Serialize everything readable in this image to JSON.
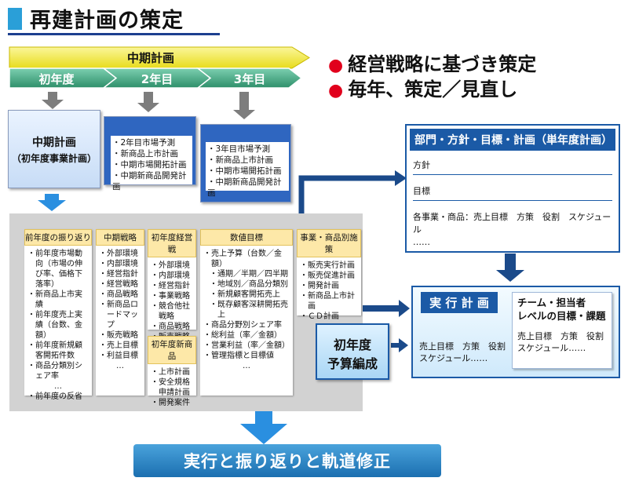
{
  "title": "再建計画の策定",
  "bullets": [
    "経営戦略に基づき策定",
    "毎年、策定／見直し"
  ],
  "timeline": {
    "label": "中期計画",
    "years": [
      "初年度",
      "2年目",
      "3年目"
    ]
  },
  "plan_docs": {
    "first": {
      "title": "中期計画",
      "subtitle": "（初年度事業計画）"
    },
    "year2": {
      "items": [
        "2年目市場予測",
        "新商品上市計画",
        "中期市場開拓計画",
        "中期新商品開発計画"
      ]
    },
    "year3": {
      "items": [
        "3年目市場予測",
        "新商品上市計画",
        "中期市場開拓計画",
        "中期新商品開発計画"
      ]
    }
  },
  "columns": {
    "review": {
      "header": "前年度の振り返り",
      "items": [
        "前年度市場動向（市場の伸び率、価格下落率）",
        "新商品上市実績",
        "前年度売上実績（台数、金額）",
        "前年度新規顧客開拓件数",
        "商品分類別シェア率",
        "…",
        "前年度の反省"
      ]
    },
    "mid_strategy": {
      "header": "中期戦略",
      "items": [
        "外部環境",
        "内部環境",
        "経営指針",
        "経営戦略",
        "商品戦略",
        "新商品ロードマップ",
        "販売戦略",
        "売上目標",
        "利益目標",
        "…"
      ]
    },
    "first_year_mgmt": {
      "header": "初年度経営戦",
      "items": [
        "外部環境",
        "内部環境",
        "経営指針",
        "事業戦略",
        "競合他社戦略",
        "商品戦略",
        "販売戦略"
      ]
    },
    "first_year_products": {
      "header": "初年度新商品",
      "items": [
        "上市計画",
        "安全規格申請計画",
        "開発案件"
      ]
    },
    "numeric_targets": {
      "header": "数値目標",
      "items": [
        {
          "text": "売上予算（台数／金額）",
          "sub": false
        },
        {
          "text": "通期／半期／四半期",
          "sub": true
        },
        {
          "text": "地域別／商品分類別",
          "sub": true
        },
        {
          "text": "新規顧客開拓売上",
          "sub": true
        },
        {
          "text": "既存顧客深耕開拓売上",
          "sub": true
        },
        {
          "text": "商品分野別シェア率",
          "sub": false
        },
        {
          "text": "総利益（率／金額）",
          "sub": false
        },
        {
          "text": "営業利益（率／金額）",
          "sub": false
        },
        {
          "text": "管理指標と目標値",
          "sub": false
        },
        {
          "text": "…",
          "sub": false
        }
      ]
    },
    "product_measures": {
      "header": "事業・商品別施策",
      "items": [
        "販売実行計画",
        "販売促進計画",
        "開発計画",
        "新商品上市計画",
        "ＣＤ計画"
      ]
    }
  },
  "budget": {
    "line1": "初年度",
    "line2": "予算編成"
  },
  "dept_plan": {
    "header": "部門・方針・目標・計画（単年度計画）",
    "rows": [
      "方針",
      "目標",
      "各事業・商品：売上目標　方策　役割　スケジュール"
    ],
    "ellipsis": "……"
  },
  "exec_plan": {
    "header": "実 行 計 画",
    "text1": "売上目標　方策　役割",
    "text2": "スケジュール……",
    "team_title1": "チーム・担当者",
    "team_title2": "レベルの目標・課題",
    "team_text1": "売上目標　方策　役割",
    "team_text2": "スケジュール……"
  },
  "footer": "実行と振り返りと軌道修正",
  "colors": {
    "timeline_yellow": "#f1ea4a",
    "timeline_green": "#4fae8a",
    "accent_blue": "#1b5aa6",
    "header_yellow": "#fde8a8",
    "bullet_red": "#e1001c"
  }
}
